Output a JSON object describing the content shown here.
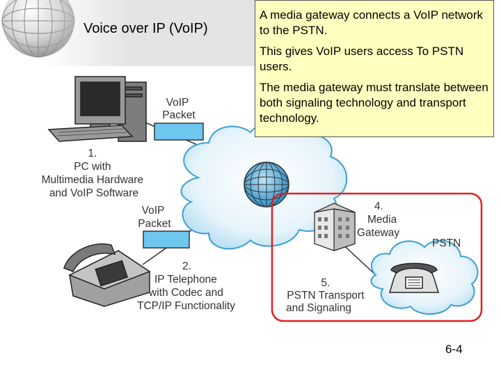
{
  "slide": {
    "title": "Voice over IP (VoIP)",
    "page_number": "6-4"
  },
  "callout": {
    "paragraphs": [
      "A media gateway connects a VoIP network to the PSTN.",
      "This gives VoIP users access To PSTN users.",
      "The media gateway must translate between both signaling technology and transport technology."
    ]
  },
  "diagram": {
    "voip_packet_top": [
      "VoIP",
      "Packet"
    ],
    "pc_label": [
      "1.",
      "PC with",
      "Multimedia Hardware",
      "and VoIP Software"
    ],
    "voip_packet_bottom": [
      "VoIP",
      "Packet"
    ],
    "phone_label": [
      "2.",
      "IP Telephone",
      "with Codec and",
      "TCP/IP Functionality"
    ],
    "gateway_label": [
      "4.",
      "Media",
      "Gateway"
    ],
    "pstn_label": "PSTN",
    "pstn_transport_label": [
      "5.",
      "PSTN Transport",
      "and Signaling"
    ]
  }
}
